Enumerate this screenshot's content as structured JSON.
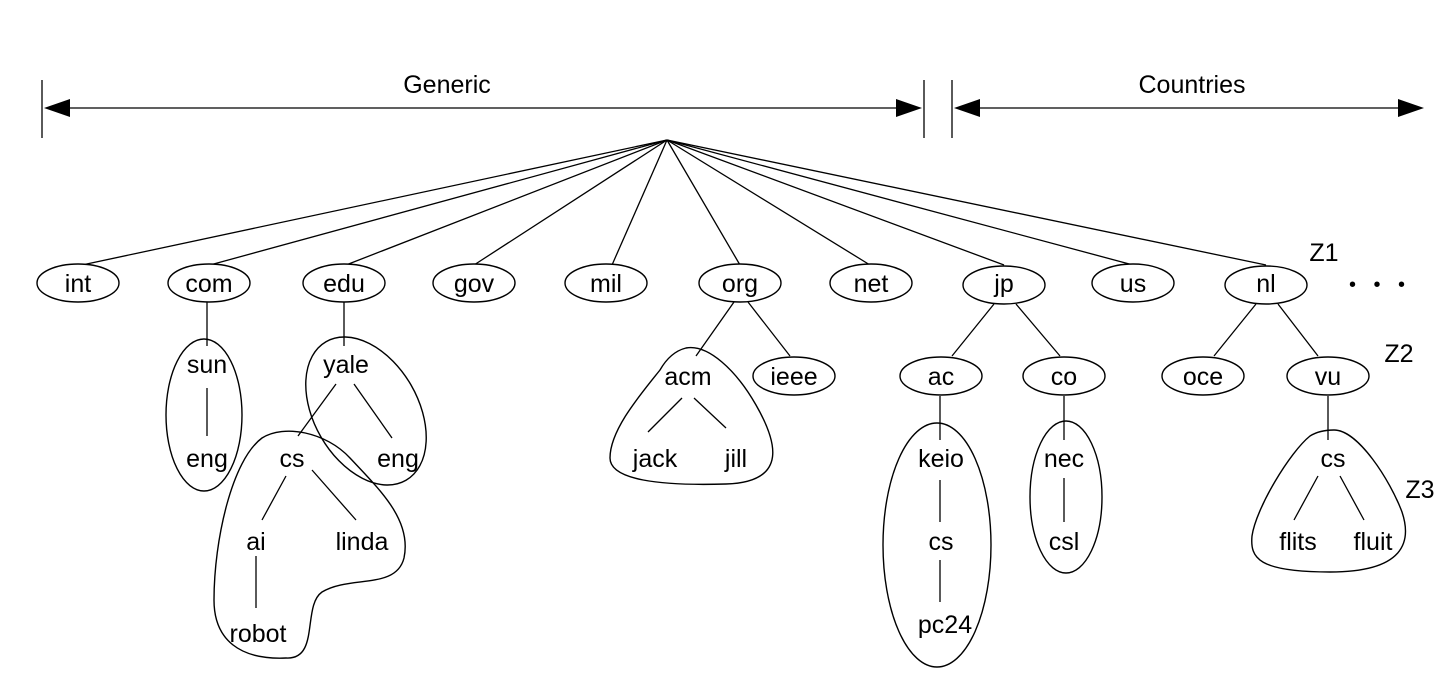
{
  "headers": {
    "generic": "Generic",
    "countries": "Countries"
  },
  "nodes": {
    "int": "int",
    "com": "com",
    "edu": "edu",
    "gov": "gov",
    "mil": "mil",
    "org": "org",
    "net": "net",
    "jp": "jp",
    "us": "us",
    "nl": "nl",
    "sun": "sun",
    "sun_eng": "eng",
    "yale": "yale",
    "yale_eng": "eng",
    "cs_yale": "cs",
    "ai": "ai",
    "linda": "linda",
    "robot": "robot",
    "acm": "acm",
    "ieee": "ieee",
    "jack": "jack",
    "jill": "jill",
    "ac": "ac",
    "co": "co",
    "keio": "keio",
    "cs_keio": "cs",
    "pc24": "pc24",
    "nec": "nec",
    "csl": "csl",
    "oce": "oce",
    "vu": "vu",
    "cs_vu": "cs",
    "flits": "flits",
    "fluit": "fluit"
  },
  "zones": {
    "z1": "Z1",
    "z2": "Z2",
    "z3": "Z3"
  },
  "ellipsis": "• • •"
}
